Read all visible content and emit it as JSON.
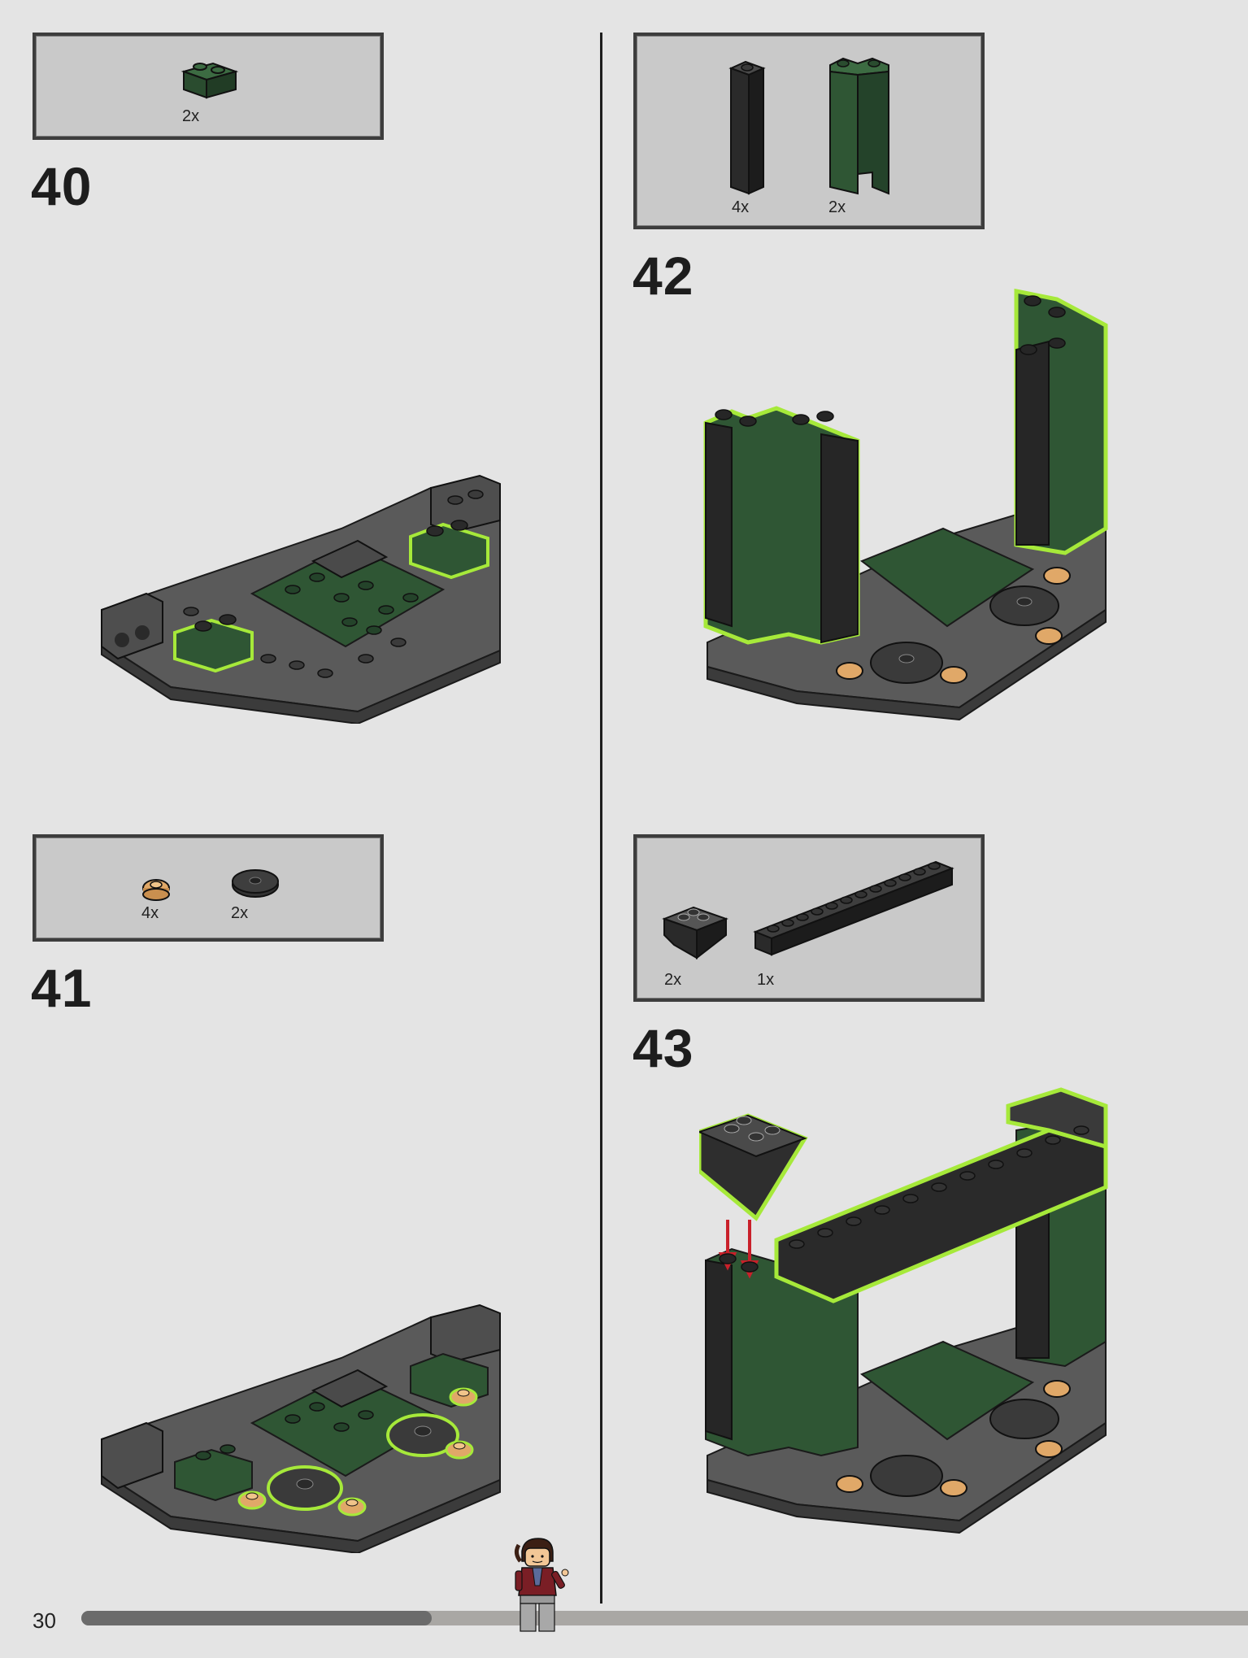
{
  "page": {
    "number": "30"
  },
  "progress": {
    "fraction": 0.3
  },
  "steps": [
    {
      "number": "40",
      "parts": [
        {
          "icon": "dark-green-brick-1x2-icon",
          "qty": "2x"
        }
      ]
    },
    {
      "number": "41",
      "parts": [
        {
          "icon": "tan-round-plate-icon",
          "qty": "4x"
        },
        {
          "icon": "black-round-tile-icon",
          "qty": "2x"
        }
      ]
    },
    {
      "number": "42",
      "parts": [
        {
          "icon": "black-tall-brick-icon",
          "qty": "4x"
        },
        {
          "icon": "dark-green-corner-panel-icon",
          "qty": "2x"
        }
      ]
    },
    {
      "number": "43",
      "parts": [
        {
          "icon": "black-inverted-slope-icon",
          "qty": "2x"
        },
        {
          "icon": "black-plate-1x12-icon",
          "qty": "1x"
        }
      ]
    }
  ],
  "colors": {
    "dark_green": "#2f5634",
    "dark_gray": "#5a5a5a",
    "black": "#262626",
    "highlight": "#a6e93a",
    "tan": "#e0a868",
    "arrow": "#c9202a"
  }
}
